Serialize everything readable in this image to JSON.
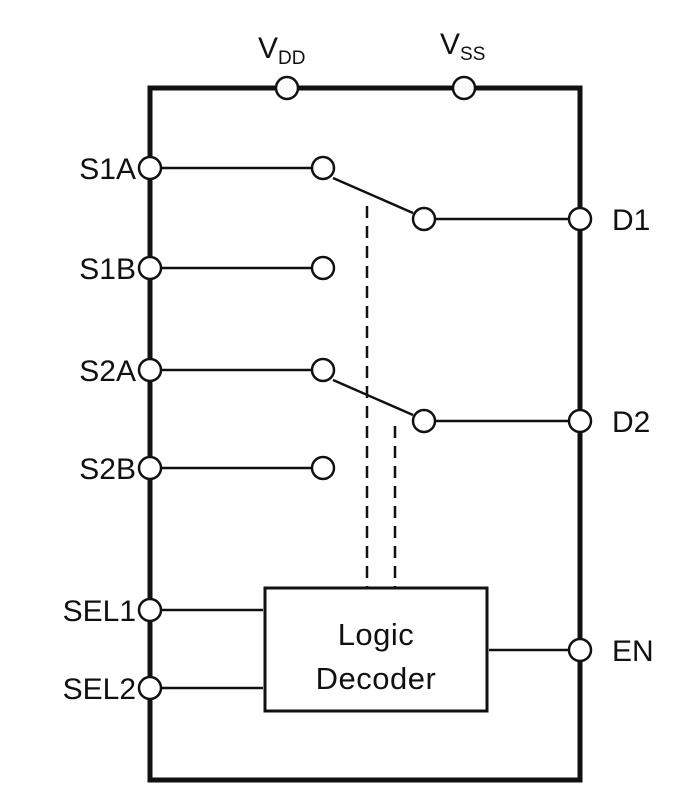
{
  "power_pins": {
    "vdd": {
      "main": "V",
      "sub": "DD"
    },
    "vss": {
      "main": "V",
      "sub": "SS"
    }
  },
  "left_pins": {
    "s1a": "S1A",
    "s1b": "S1B",
    "s2a": "S2A",
    "s2b": "S2B",
    "sel1": "SEL1",
    "sel2": "SEL2"
  },
  "right_pins": {
    "d1": "D1",
    "d2": "D2",
    "en": "EN"
  },
  "decoder": {
    "line1": "Logic",
    "line2": "Decoder"
  }
}
